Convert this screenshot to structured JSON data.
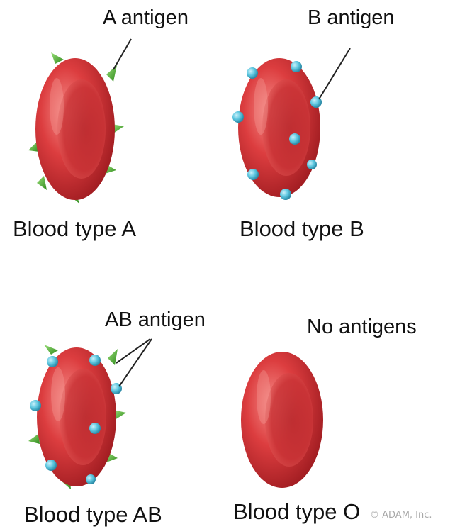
{
  "panels": [
    {
      "id": "a",
      "caption": "Blood type A",
      "annotation": "A antigen",
      "antigens": [
        "green-spike"
      ]
    },
    {
      "id": "b",
      "caption": "Blood type B",
      "annotation": "B antigen",
      "antigens": [
        "blue-bead"
      ]
    },
    {
      "id": "ab",
      "caption": "Blood type AB",
      "annotation": "AB antigen",
      "antigens": [
        "green-spike",
        "blue-bead"
      ]
    },
    {
      "id": "o",
      "caption": "Blood type O",
      "annotation": "No antigens",
      "antigens": []
    }
  ],
  "credit": "© ADAM, Inc.",
  "colors": {
    "cell_body": "#d8383a",
    "cell_dark": "#a11e22",
    "cell_light": "#f27a78",
    "spike": "#4fae2e",
    "bead": "#56c4dc"
  }
}
